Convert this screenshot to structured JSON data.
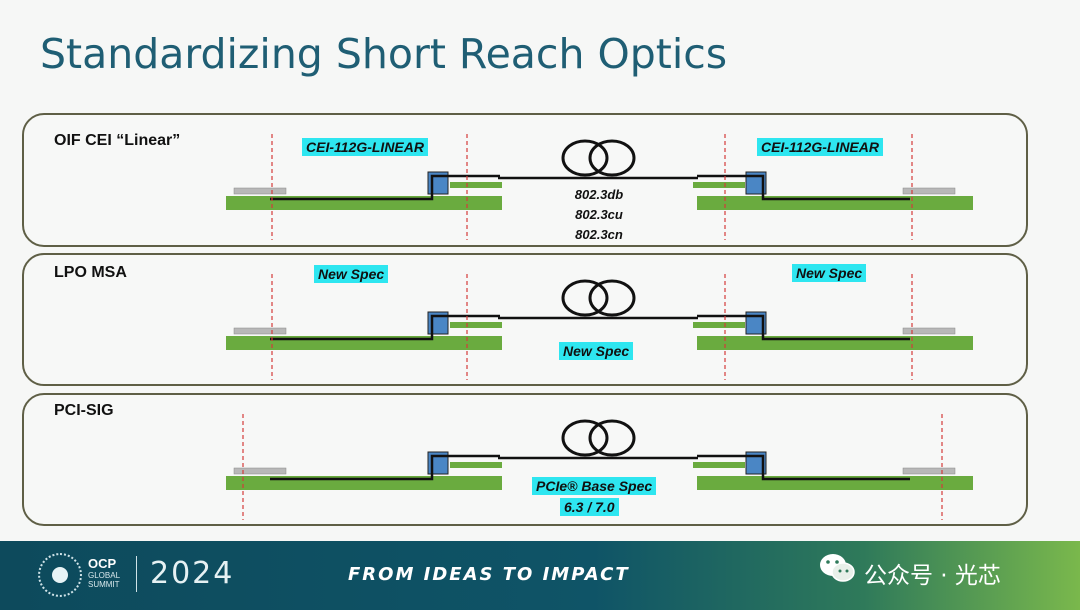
{
  "title": "Standardizing Short Reach Optics",
  "panels": [
    {
      "label": "OIF CEI “Linear”",
      "left_tag": "CEI-112G-LINEAR",
      "right_tag": "CEI-112G-LINEAR",
      "center_lines": [
        "802.3db",
        "802.3cu",
        "802.3cn"
      ]
    },
    {
      "label": "LPO MSA",
      "left_tag": "New Spec",
      "right_tag": "New Spec",
      "center_tag": "New Spec"
    },
    {
      "label": "PCI-SIG",
      "center_tag": "PCIe® Base Spec",
      "center_sub": "6.3 / 7.0"
    }
  ],
  "footer": {
    "logo": "OCP",
    "logo_sub": [
      "GLOBAL",
      "SUMMIT"
    ],
    "year": "2024",
    "tagline": "FROM IDEAS TO IMPACT",
    "watermark": "公众号 · 光芯",
    "watermark_icon": "wechat-icon"
  },
  "colors": {
    "title": "#1f5e74",
    "highlight": "#2ee6f0",
    "board_green": "#6aab3f",
    "connector_blue": "#4a86c5",
    "panel_border": "#5f5f46",
    "footer_bg": "#0d4a5c"
  }
}
